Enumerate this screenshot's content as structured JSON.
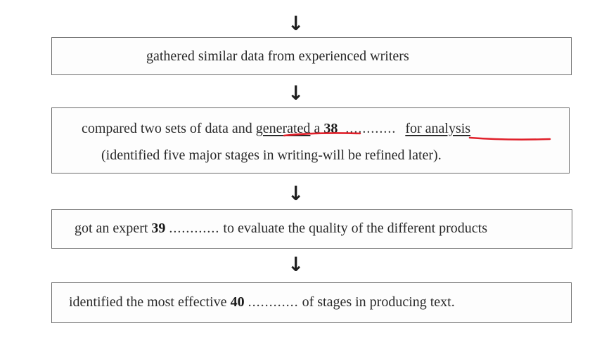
{
  "arrow_glyph": "↓",
  "step1": {
    "text": "gathered similar data from experienced writers"
  },
  "step2": {
    "part1": "compared two sets of data and ",
    "underlined1": "generated",
    "part2": " a ",
    "number": "38",
    "blank": "............",
    "underlined2": "for analysis",
    "line2": "(identified five major stages in writing-will be refined later)."
  },
  "step3": {
    "part1": "got an expert ",
    "number": "39",
    "blank": "............",
    "part2": " to evaluate the quality of the different products"
  },
  "step4": {
    "part1": "identified the most effective ",
    "number": "40",
    "blank": "............",
    "part2": " of stages in producing text."
  },
  "colors": {
    "ink": "#2a2a2a",
    "border": "#6a6a6a",
    "annotation_red": "#e0202a"
  }
}
